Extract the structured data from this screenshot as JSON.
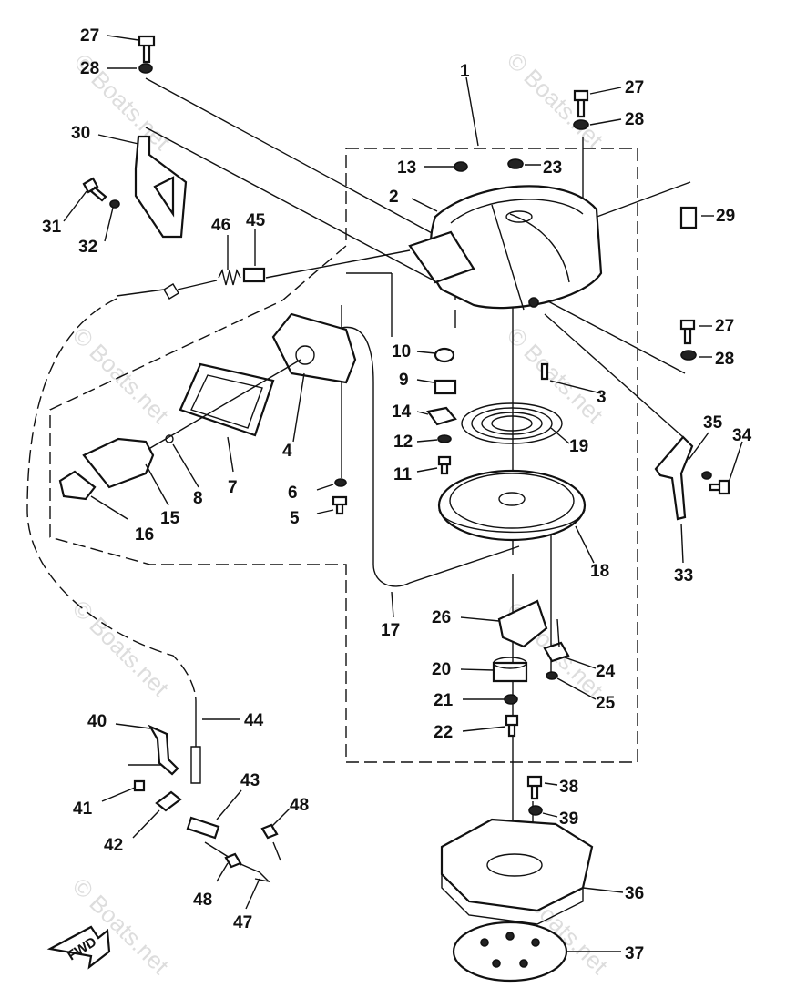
{
  "watermark": "© Boats.net",
  "direction_label": "FWD",
  "part_numbers": [
    "1",
    "2",
    "3",
    "4",
    "5",
    "6",
    "7",
    "8",
    "9",
    "10",
    "11",
    "12",
    "13",
    "14",
    "15",
    "16",
    "17",
    "18",
    "19",
    "20",
    "21",
    "22",
    "23",
    "24",
    "25",
    "26",
    "27",
    "28",
    "29",
    "30",
    "31",
    "32",
    "33",
    "34",
    "35",
    "36",
    "37",
    "38",
    "39",
    "40",
    "41",
    "42",
    "43",
    "44",
    "45",
    "46",
    "47",
    "48"
  ]
}
